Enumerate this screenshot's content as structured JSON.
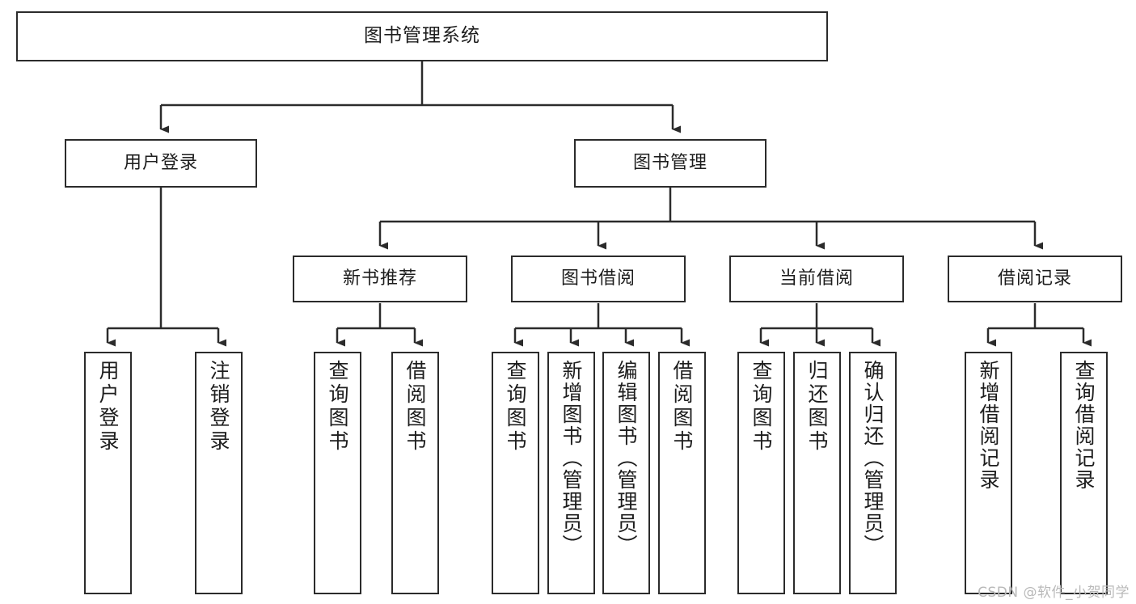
{
  "diagram": {
    "title": "图书管理系统",
    "type": "tree-hierarchy-chart",
    "watermark": "CSDN @软件_小贺同学",
    "colors": {
      "box_border": "#2b2b2b",
      "box_fill": "#ffffff",
      "connector": "#2b2b2b",
      "text": "#1d1d1d",
      "watermark": "#b9b9b9"
    },
    "nodes": {
      "root": {
        "label": "图书管理系统"
      },
      "level2": [
        {
          "id": "user-login",
          "label": "用户登录"
        },
        {
          "id": "book-manage",
          "label": "图书管理"
        }
      ],
      "level3": [
        {
          "id": "new-book-rec",
          "label": "新书推荐"
        },
        {
          "id": "book-borrow",
          "label": "图书借阅"
        },
        {
          "id": "current-borrow",
          "label": "当前借阅"
        },
        {
          "id": "borrow-record",
          "label": "借阅记录"
        }
      ],
      "leaves": {
        "user_login": [
          {
            "id": "leaf-user-login",
            "label": "用户登录"
          },
          {
            "id": "leaf-logout-login",
            "label": "注销登录"
          }
        ],
        "new_book_rec": [
          {
            "id": "leaf-query-book-1",
            "label": "查询图书"
          },
          {
            "id": "leaf-borrow-book-1",
            "label": "借阅图书"
          }
        ],
        "book_borrow": [
          {
            "id": "leaf-query-book-2",
            "label": "查询图书"
          },
          {
            "id": "leaf-add-book",
            "label": "新增图书（管理员）"
          },
          {
            "id": "leaf-edit-book",
            "label": "编辑图书（管理员）"
          },
          {
            "id": "leaf-borrow-book-2",
            "label": "借阅图书"
          }
        ],
        "current_borrow": [
          {
            "id": "leaf-query-book-3",
            "label": "查询图书"
          },
          {
            "id": "leaf-return-book",
            "label": "归还图书"
          },
          {
            "id": "leaf-confirm-return",
            "label": "确认归还（管理员）"
          }
        ],
        "borrow_record": [
          {
            "id": "leaf-add-record",
            "label": "新增借阅记录"
          },
          {
            "id": "leaf-query-record",
            "label": "查询借阅记录"
          }
        ]
      }
    }
  }
}
